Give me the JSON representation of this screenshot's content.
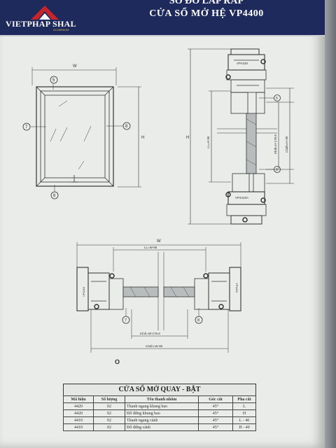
{
  "header": {
    "brand": "VIETPHAP SHAL",
    "brand_sub": "ALUMINIUM",
    "title_line1": "SƠ ĐỒ LẮP RÁP",
    "title_line2": "CỬA SỔ MỞ HỆ VP4400"
  },
  "front_view": {
    "width_label": "W",
    "height_label": "H",
    "callouts": [
      "5",
      "7",
      "8",
      "6"
    ]
  },
  "vertical_section": {
    "overall_label": "H",
    "profile_top": "VP4420",
    "profile_bottom": "VP4410A",
    "dim_ll": "LL=H-96",
    "dim_kinh": "Kính=H-178.6",
    "dim_canh": "Cánh=H-38",
    "callouts": [
      "5",
      "6"
    ]
  },
  "horizontal_section": {
    "overall_label": "W",
    "dim_ll": "LL=W-96",
    "dim_kinh": "Kính=W-178.6",
    "dim_canh": "Cánh=W-38",
    "profile_left": "VP4410",
    "profile_right": "VP4410",
    "callouts": [
      "7",
      "8"
    ],
    "marker": "O"
  },
  "table": {
    "title": "CỬA SỔ MỞ QUAY - BẬT",
    "columns": [
      "Mã hiệu",
      "Số lượng",
      "Tên thanh nhôm",
      "Góc cắt",
      "Pha cắt"
    ],
    "rows": [
      [
        "4420",
        "02",
        "Thanh ngang khung bao",
        "45°",
        "L"
      ],
      [
        "4420",
        "02",
        "Đố đứng khung bao",
        "45°",
        "H"
      ],
      [
        "4410",
        "02",
        "Thanh ngang cánh",
        "45°",
        "L - 40"
      ],
      [
        "4410",
        "02",
        "Đố đứng cánh",
        "45°",
        "H - 40"
      ]
    ]
  }
}
